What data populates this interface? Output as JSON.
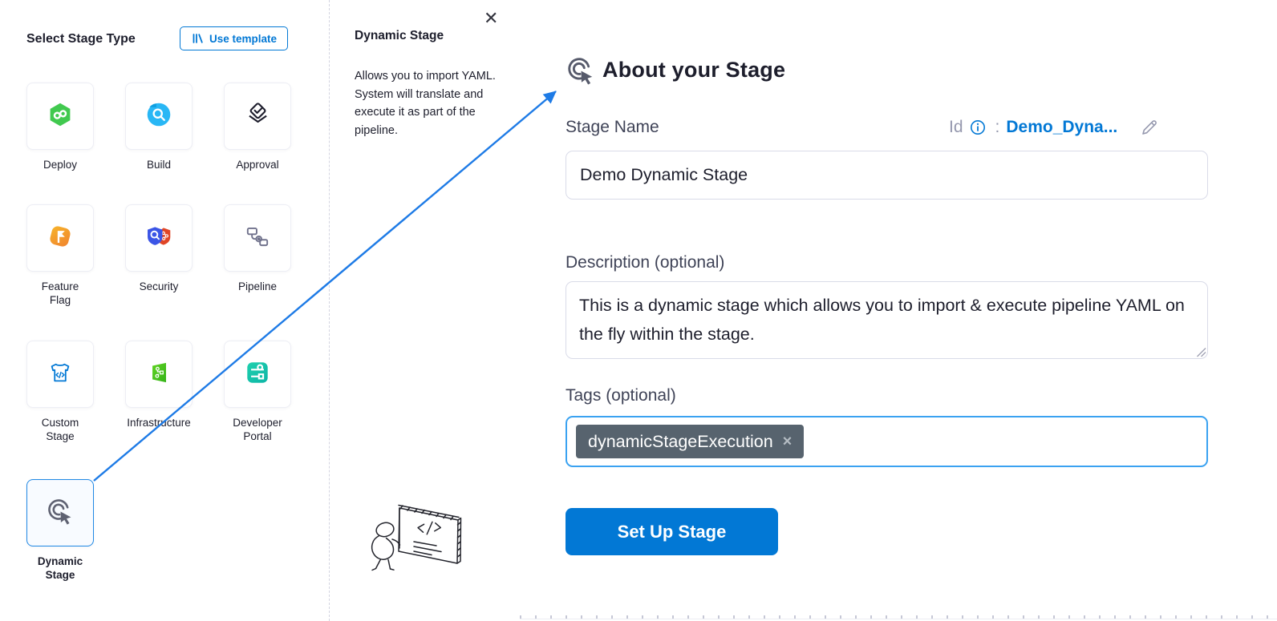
{
  "colors": {
    "primary_blue": "#0278d5",
    "arrow_blue": "#1e7be6",
    "selected_tile_border": "#1f88e5",
    "tag_chip_bg": "#57636e",
    "tags_focus_border": "#3aa2f1"
  },
  "left_panel": {
    "title": "Select Stage Type",
    "use_template_label": "Use template",
    "stages": [
      {
        "label": "Deploy"
      },
      {
        "label": "Build"
      },
      {
        "label": "Approval"
      },
      {
        "label": "Feature\nFlag"
      },
      {
        "label": "Security"
      },
      {
        "label": "Pipeline"
      },
      {
        "label": "Custom\nStage"
      },
      {
        "label": "Infrastructure"
      },
      {
        "label": "Developer\nPortal"
      },
      {
        "label": "Dynamic\nStage",
        "selected": true
      }
    ]
  },
  "middle_panel": {
    "title": "Dynamic Stage",
    "close_label": "✕",
    "description": "Allows you to import YAML. System will translate and execute it as part of the pipeline."
  },
  "right_panel": {
    "header": "About your Stage",
    "stage_name_label": "Stage Name",
    "id_label": "Id",
    "id_colon": ":",
    "id_value": "Demo_Dyna...",
    "stage_name_value": "Demo Dynamic Stage",
    "description_label": "Description (optional)",
    "description_value": "This is a dynamic stage which allows you to import & execute pipeline YAML on the fly within the stage.",
    "tags_label": "Tags (optional)",
    "tags": [
      {
        "label": "dynamicStageExecution",
        "remove": "×"
      }
    ],
    "setup_button_label": "Set Up Stage"
  }
}
